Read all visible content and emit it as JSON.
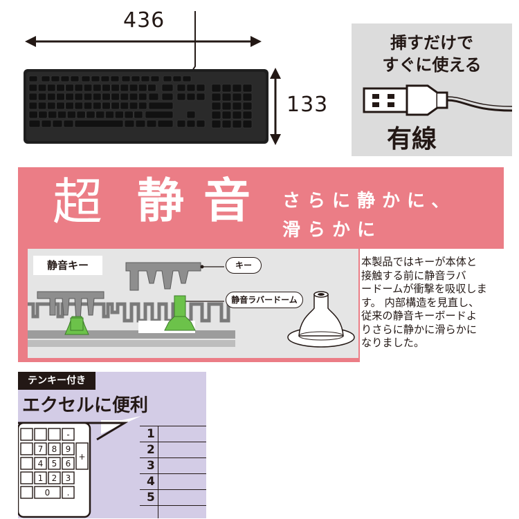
{
  "dimensions": {
    "width_label": "436",
    "height_label": "133"
  },
  "wired": {
    "line1": "挿すだけで",
    "line2": "すぐに使える",
    "label": "有線",
    "icon": "usb-plug-icon"
  },
  "silent": {
    "title_char1": "超",
    "title_chars2": "静音",
    "subtitle_line1": "さらに静かに、",
    "subtitle_line2": "滑らかに",
    "key_tag": "静音キー",
    "callout_key": "キー",
    "callout_dome": "静音ラバードーム",
    "description_lines": [
      "本製品ではキーが本体と",
      "接触する前に静音ラバ",
      "ードームが衝撃を吸収しま",
      "す。 内部構造を見直し、",
      "従来の静音キーボードよ",
      "りさらに静かに滑らかに",
      "なりました。"
    ],
    "colors": {
      "panel": "#eb7d86",
      "dome": "#6cc24a",
      "diagram_bg": "#e5e5e5"
    }
  },
  "numpad": {
    "tag": "テンキー付き",
    "headline": "エクセルに便利",
    "keys": [
      "-",
      "7",
      "8",
      "9",
      "+",
      "4",
      "5",
      "6",
      "1",
      "2",
      "3",
      "0",
      "."
    ],
    "rows": [
      "1",
      "2",
      "3",
      "4",
      "5"
    ],
    "panel_color": "#d3cce6"
  }
}
